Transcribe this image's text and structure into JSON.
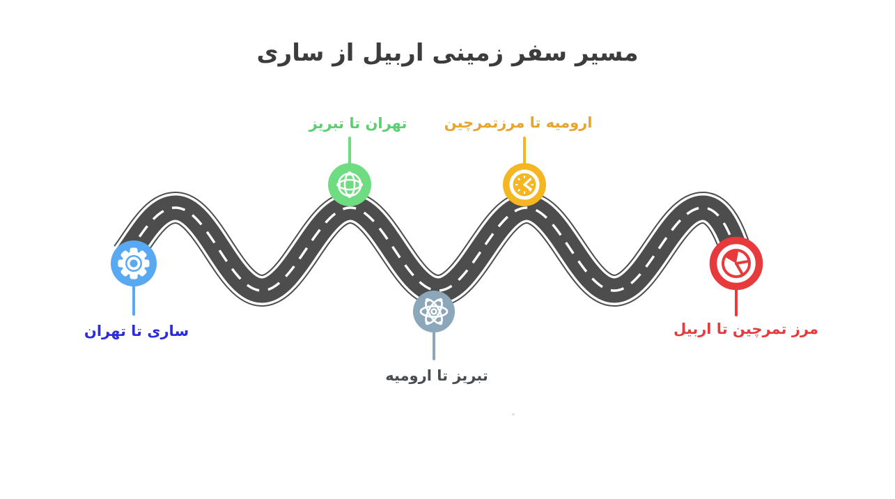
{
  "title": {
    "text": "مسیر سفر زمینی اربیل از ساری",
    "color": "#3c3c3c"
  },
  "road": {
    "color": "#4d4d4d",
    "edge_line_color": "#ffffff",
    "center_dash_color": "#ffffff"
  },
  "milestones": [
    {
      "id": "sari-tehran",
      "label": "ساری تا تهران",
      "label_color": "#2b2be0",
      "circle_color": "#58a9f2",
      "icon": "gear-icon"
    },
    {
      "id": "tehran-tabriz",
      "label": "تهران تا تبریز",
      "label_color": "#5ccf70",
      "circle_color": "#6edc80",
      "icon": "globe-icon"
    },
    {
      "id": "tabriz-urmia",
      "label": "تبریز تا ارومیه",
      "label_color": "#474c51",
      "circle_color": "#8ca7ba",
      "icon": "atom-icon"
    },
    {
      "id": "urmia-tamarchin",
      "label": "ارومیه تا مرزتمرچین",
      "label_color": "#e5a52f",
      "circle_color": "#f4b722",
      "icon": "clock-icon"
    },
    {
      "id": "tamarchin-erbil",
      "label": "مرز تمرچین تا اربیل",
      "label_color": "#e53b3e",
      "circle_color": "#e8393c",
      "icon": "pie-chart-icon"
    }
  ]
}
